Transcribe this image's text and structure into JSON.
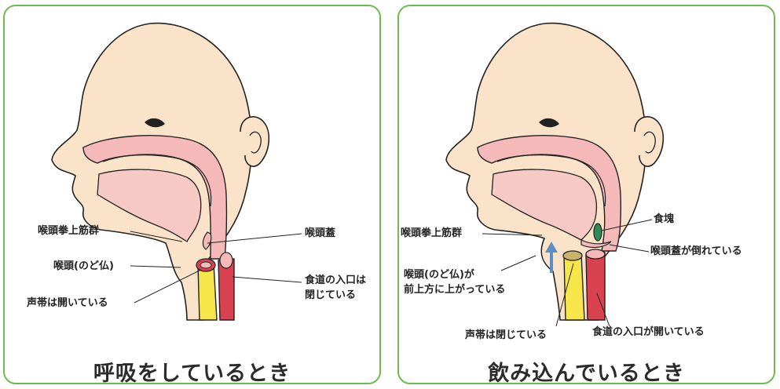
{
  "left_panel": {
    "caption": "呼吸をしているとき",
    "labels": {
      "suprahyoid": "喉頭拳上筋群",
      "larynx": "喉頭(のど仏)",
      "vocal_cords": "声帯は開いている",
      "epiglottis": "喉頭蓋",
      "esophagus": "食道の入口は\n閉じている"
    }
  },
  "right_panel": {
    "caption": "飲み込んでいるとき",
    "labels": {
      "bolus": "食塊",
      "suprahyoid": "喉頭拳上筋群",
      "epiglottis": "喉頭蓋が倒れている",
      "larynx": "喉頭(のど仏)が\n前上方に上がっている",
      "vocal_cords": "声帯は閉じている",
      "esophagus": "食道の入口が開いている"
    }
  },
  "colors": {
    "border": "#6dbb52",
    "skin": "#fbe3c9",
    "pink": "#f5b9b9",
    "trachea": "#f7e64a",
    "esophagus": "#d94250",
    "bolus": "#2e8b57",
    "arrow": "#5b8ec4"
  }
}
